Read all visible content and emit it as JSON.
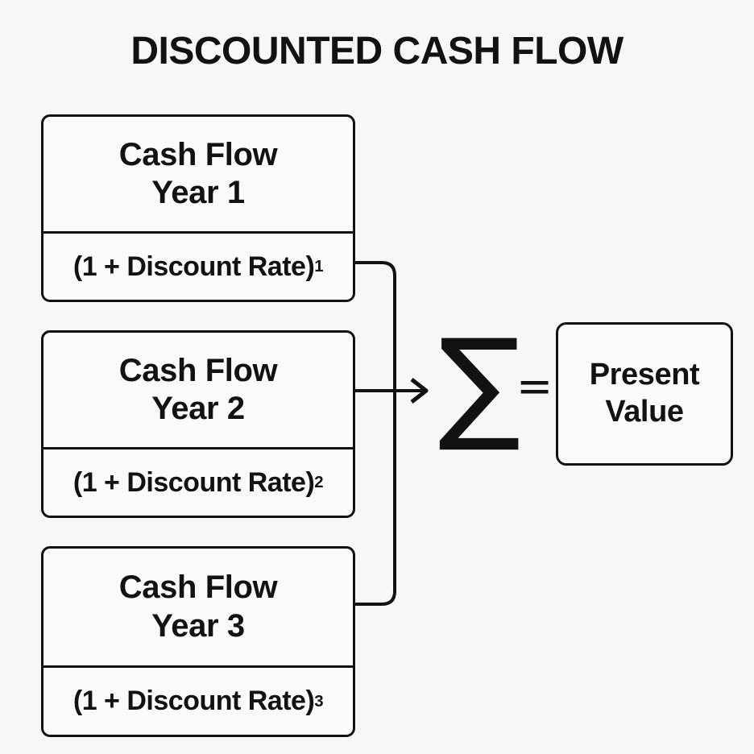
{
  "diagram": {
    "title": "DISCOUNTED CASH FLOW",
    "colors": {
      "background": "#f7f7f7",
      "box_fill": "#fafafa",
      "stroke": "#121212",
      "text": "#121212"
    },
    "terms": [
      {
        "numerator_line1": "Cash Flow",
        "numerator_line2": "Year 1",
        "denominator_base": "(1 + Discount Rate)",
        "denominator_exponent": "1"
      },
      {
        "numerator_line1": "Cash Flow",
        "numerator_line2": "Year 2",
        "denominator_base": "(1 + Discount Rate)",
        "denominator_exponent": "2"
      },
      {
        "numerator_line1": "Cash Flow",
        "numerator_line2": "Year 3",
        "denominator_base": "(1 + Discount Rate)",
        "denominator_exponent": "3"
      }
    ],
    "operators": {
      "summation": "∑",
      "equals": "="
    },
    "result": {
      "line1": "Present",
      "line2": "Value"
    }
  }
}
